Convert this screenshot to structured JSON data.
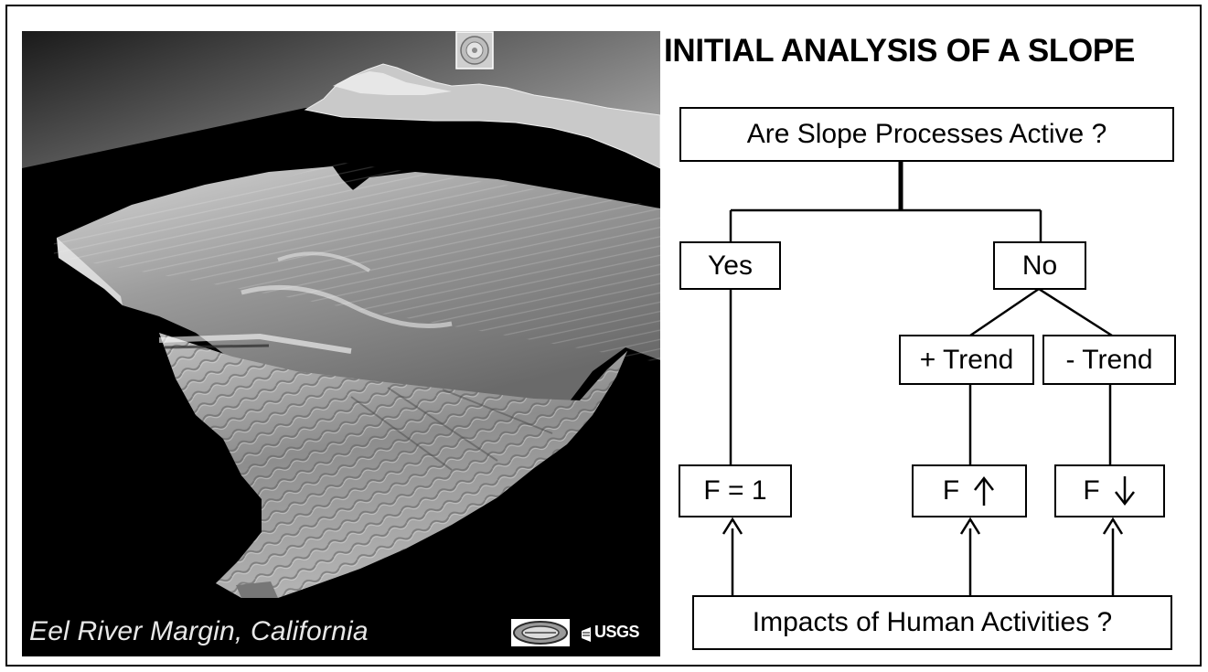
{
  "figure": {
    "title": "INITIAL ANALYSIS OF A SLOPE",
    "map": {
      "caption": "Eel River Margin, California",
      "logos": [
        "seal-logo",
        "oval-emblem-logo",
        "usgs-logo"
      ],
      "usgs_text": "USGS"
    },
    "flowchart": {
      "root": "Are Slope Processes Active ?",
      "yes": "Yes",
      "no": "No",
      "plus_trend": "+ Trend",
      "minus_trend": "- Trend",
      "f_equal": "F = 1",
      "f_up": "F",
      "f_up_arrow": "up-arrow-icon",
      "f_down": "F",
      "f_down_arrow": "down-arrow-icon",
      "impacts": "Impacts of Human Activities ?"
    }
  },
  "colors": {
    "background": "#ffffff",
    "ink": "#000000",
    "map_background": "#000000"
  }
}
